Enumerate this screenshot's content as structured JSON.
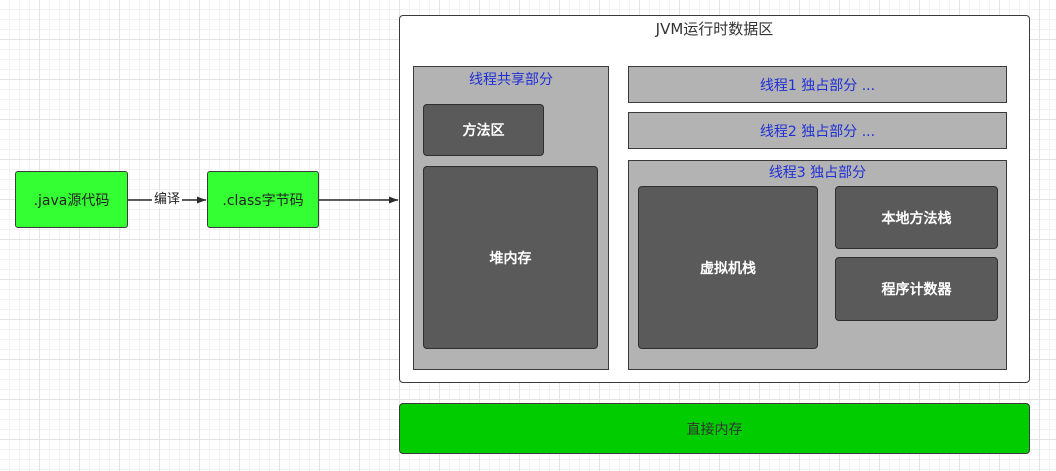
{
  "source_box": {
    "label": ".java源代码",
    "color": "#33ff33"
  },
  "compile_edge": {
    "label": "编译"
  },
  "bytecode_box": {
    "label": ".class字节码",
    "color": "#33ff33"
  },
  "jvm": {
    "title": "JVM运行时数据区",
    "shared": {
      "title": "线程共享部分",
      "method_area": "方法区",
      "heap": "堆内存"
    },
    "thread1": {
      "title": "线程1 独占部分 ..."
    },
    "thread2": {
      "title": "线程2 独占部分 ..."
    },
    "thread3": {
      "title": "线程3 独占部分",
      "vm_stack": "虚拟机栈",
      "native_stack": "本地方法栈",
      "pc_register": "程序计数器"
    }
  },
  "direct_memory": {
    "label": "直接内存",
    "color": "#00cc00"
  },
  "colors": {
    "label_blue": "#1f2fd6",
    "dark_box": "#5a5a5a",
    "panel_gray": "#b3b3b3"
  }
}
